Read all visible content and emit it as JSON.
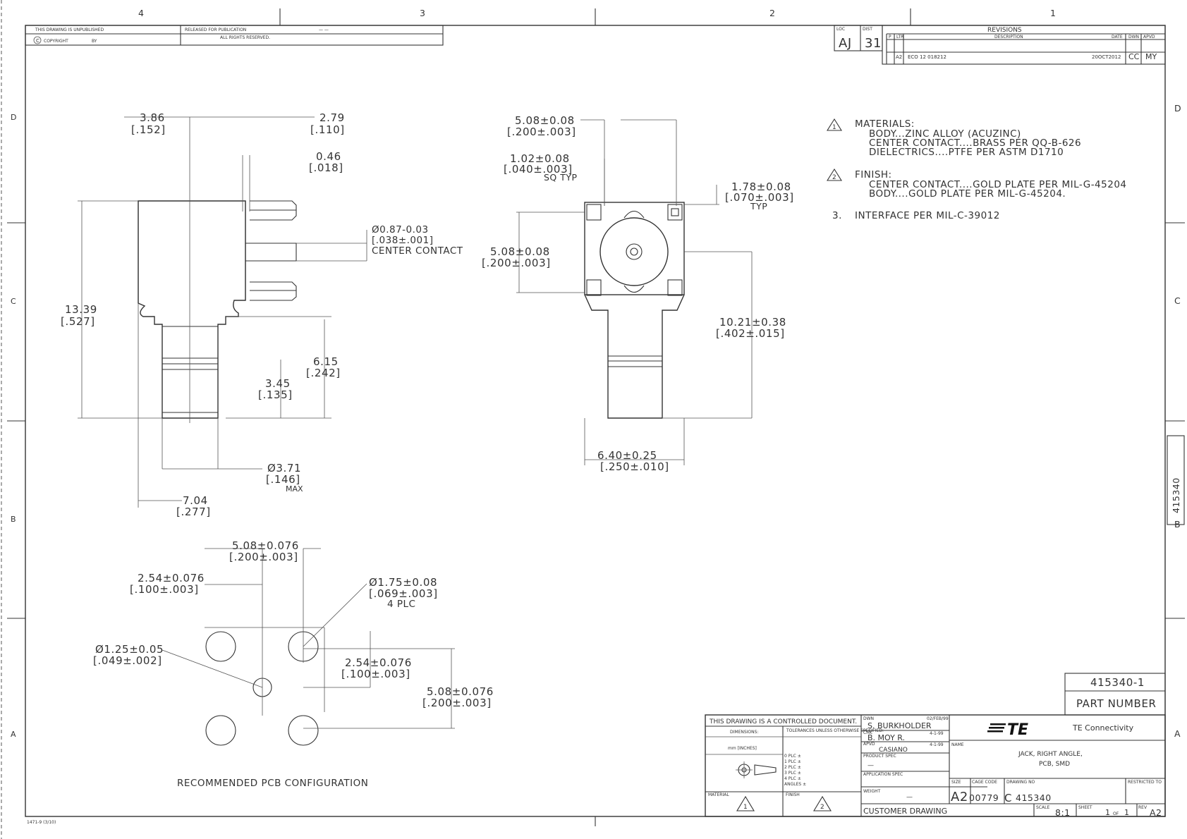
{
  "zones": {
    "top": [
      "4",
      "3",
      "2",
      "1"
    ],
    "left": [
      "D",
      "C",
      "B",
      "A"
    ],
    "right": [
      "D",
      "C",
      "B",
      "A"
    ]
  },
  "header": {
    "unpublished": "THIS DRAWING IS UNPUBLISHED",
    "released": "RELEASED FOR PUBLICATION",
    "copyright": "COPYRIGHT",
    "copyright_by": "BY",
    "rights": "ALL RIGHTS RESERVED."
  },
  "loc_dist": {
    "loc_label": "LOC",
    "loc_value": "AJ",
    "dist_label": "DIST",
    "dist_value": "31"
  },
  "revisions": {
    "title": "REVISIONS",
    "col_p": "P",
    "col_ltr": "LTR",
    "col_description": "DESCRIPTION",
    "col_date": "DATE",
    "col_dwn": "DWN",
    "col_apvd": "APVD",
    "rows": [
      {
        "ltr": "A2",
        "description": "ECO 12 018212",
        "date": "20OCT2012",
        "dwn": "CC",
        "apvd": "MY"
      }
    ]
  },
  "notes": {
    "n1_marker": "1",
    "n1_title": "MATERIALS:",
    "n1_lines": [
      "BODY...ZINC ALLOY (ACUZINC)",
      "CENTER CONTACT....BRASS PER QQ-B-626",
      "DIELECTRICS....PTFE PER ASTM D1710"
    ],
    "n2_marker": "2",
    "n2_title": "FINISH:",
    "n2_lines": [
      "CENTER CONTACT....GOLD PLATE PER MIL-G-45204",
      "BODY....GOLD PLATE PER MIL-G-45204."
    ],
    "n3_marker": "3.",
    "n3_text": "INTERFACE PER MIL-C-39012"
  },
  "side_view": {
    "d1": "3.86",
    "d1i": "[.152]",
    "d2": "2.79",
    "d2i": "[.110]",
    "d3": "0.46",
    "d3i": "[.018]",
    "d4": "Ø0.87-0.03",
    "d4i": "[.038±.001]",
    "d4c": "CENTER CONTACT",
    "d5": "13.39",
    "d5i": "[.527]",
    "d6": "6.15",
    "d6i": "[.242]",
    "d7": "3.45",
    "d7i": "[.135]",
    "d8": "Ø3.71",
    "d8i": "[.146]",
    "d8c": "MAX",
    "d9": "7.04",
    "d9i": "[.277]"
  },
  "front_view": {
    "d1": "5.08±0.08",
    "d1i": "[.200±.003]",
    "d2": "1.02±0.08",
    "d2i": "[.040±.003]",
    "d2c": "SQ TYP",
    "d3": "1.78±0.08",
    "d3i": "[.070±.003]",
    "d3c": "TYP",
    "d4": "5.08±0.08",
    "d4i": "[.200±.003]",
    "d5": "10.21±0.38",
    "d5i": "[.402±.015]",
    "d6": "6.40±0.25",
    "d6i": "[.250±.010]"
  },
  "pcb": {
    "d1": "5.08±0.076",
    "d1i": "[.200±.003]",
    "d2": "2.54±0.076",
    "d2i": "[.100±.003]",
    "d3": "Ø1.75±0.08",
    "d3i": "[.069±.003]",
    "d3c": "4 PLC",
    "d4": "Ø1.25±0.05",
    "d4i": "[.049±.002]",
    "d5": "2.54±0.076",
    "d5i": "[.100±.003]",
    "d6": "5.08±0.076",
    "d6i": "[.200±.003]",
    "caption": "RECOMMENDED PCB CONFIGURATION"
  },
  "side_tab": "415340",
  "part_number_box": {
    "number": "415340-1",
    "label": "PART NUMBER"
  },
  "title_block": {
    "controlled": "THIS DRAWING IS A CONTROLLED DOCUMENT.",
    "dimensions_label": "DIMENSIONS:",
    "dimensions_units": "mm [INCHES]",
    "tolerances_label": "TOLERANCES UNLESS OTHERWISE SPECIFIED:",
    "tol_rows": [
      "0 PLC ±",
      "1 PLC ±",
      "2 PLC ±",
      "3 PLC ±",
      "4 PLC ±",
      "ANGLES ±"
    ],
    "material_label": "MATERIAL",
    "finish_label": "FINISH",
    "material_marker": "1",
    "finish_marker": "2",
    "dwn_label": "DWN",
    "dwn_name": "S. BURKHOLDER",
    "dwn_date": "02/FEB/99",
    "chk_label": "CHK",
    "chk_name": "B. MOY R.",
    "chk_date": "4-1-99",
    "apvd_label": "APVD",
    "apvd_name": "CASIANO",
    "apvd_date": "4-1-99",
    "product_spec": "PRODUCT SPEC",
    "product_spec_value": "—",
    "application_spec": "APPLICATION SPEC",
    "weight_label": "WEIGHT",
    "weight_value": "—",
    "customer_drawing": "CUSTOMER DRAWING",
    "logo": "TE",
    "company": "TE Connectivity",
    "name_label": "NAME",
    "title_line1": "JACK, RIGHT ANGLE,",
    "title_line2": "PCB, SMD",
    "size_label": "SIZE",
    "size_value": "A2",
    "cage_label": "CAGE CODE",
    "cage_value": "00779",
    "dwgno_label": "DRAWING NO",
    "dwgno_prefix": "C",
    "dwgno_value": "415340",
    "restricted_label": "RESTRICTED TO",
    "scale_label": "SCALE",
    "scale_value": "8:1",
    "sheet_label": "SHEET",
    "sheet_value": "1",
    "of_label": "OF",
    "of_value": "1",
    "rev_label": "REV",
    "rev_value": "A2"
  },
  "form_number": "1471-9 (3/10)"
}
